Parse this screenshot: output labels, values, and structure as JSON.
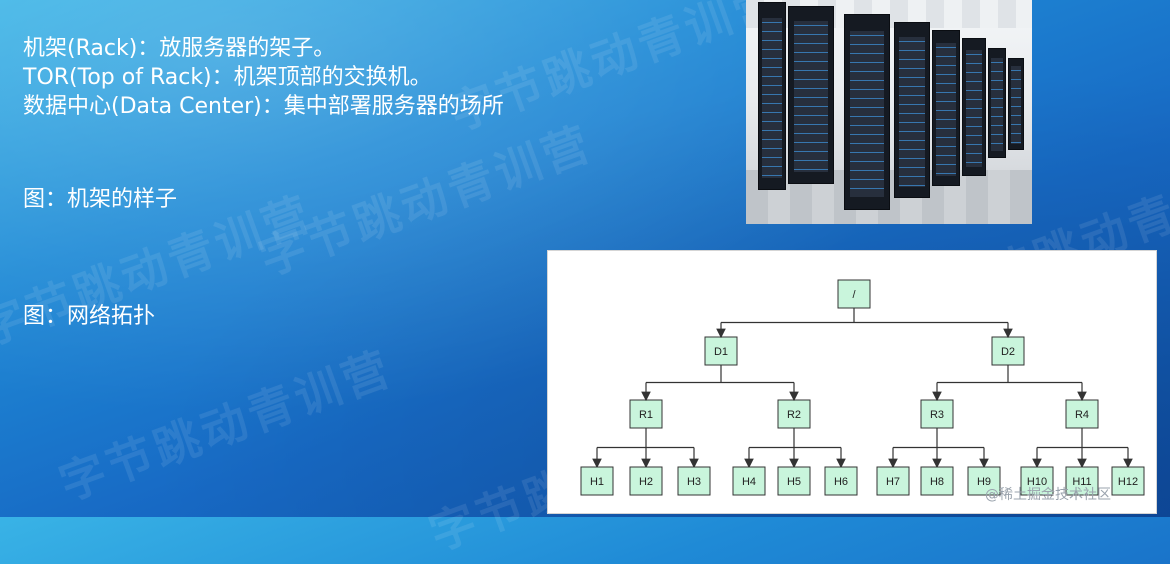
{
  "lines": [
    "机架(Rack)：放服务器的架子。",
    "TOR(Top of Rack)：机架顶部的交换机。",
    "数据中心(Data Center)：集中部署服务器的场所"
  ],
  "captions": {
    "rack": "图：机架的样子",
    "topology": "图：网络拓扑"
  },
  "watermark": "字节跳动青训营",
  "footer_watermark": "@稀土掘金技术社区",
  "topology": {
    "root": "/",
    "children": [
      {
        "label": "D1",
        "children": [
          {
            "label": "R1",
            "children": [
              "H1",
              "H2",
              "H3"
            ]
          },
          {
            "label": "R2",
            "children": [
              "H4",
              "H5",
              "H6"
            ]
          }
        ]
      },
      {
        "label": "D2",
        "children": [
          {
            "label": "R3",
            "children": [
              "H7",
              "H8",
              "H9"
            ]
          },
          {
            "label": "R4",
            "children": [
              "H10",
              "H11",
              "H12"
            ]
          }
        ]
      }
    ]
  },
  "colors": {
    "node_fill": "#c9f5dc",
    "node_stroke": "#333333"
  }
}
